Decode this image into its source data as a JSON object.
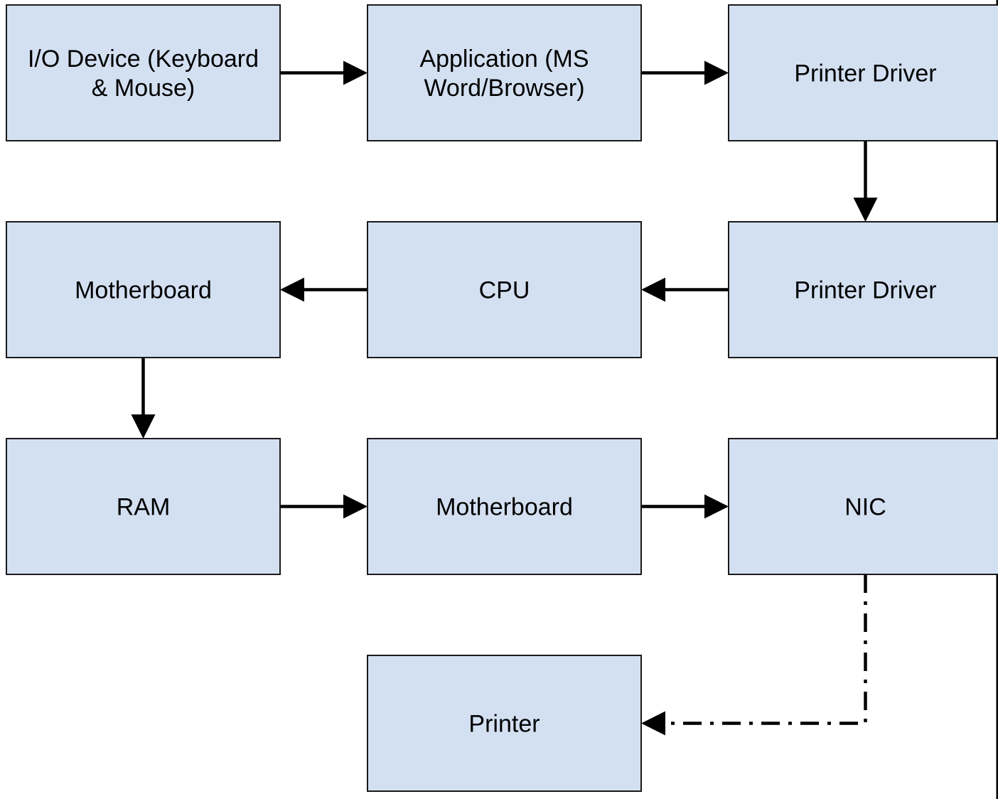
{
  "diagram": {
    "nodes": [
      {
        "id": "io-device",
        "label_lines": [
          "I/O Device (Keyboard",
          "& Mouse)"
        ]
      },
      {
        "id": "application",
        "label_lines": [
          "Application (MS",
          "Word/Browser)"
        ]
      },
      {
        "id": "printer-driver-1",
        "label_lines": [
          "Printer Driver"
        ]
      },
      {
        "id": "motherboard-1",
        "label_lines": [
          "Motherboard"
        ]
      },
      {
        "id": "cpu",
        "label_lines": [
          "CPU"
        ]
      },
      {
        "id": "printer-driver-2",
        "label_lines": [
          "Printer Driver"
        ]
      },
      {
        "id": "ram",
        "label_lines": [
          "RAM"
        ]
      },
      {
        "id": "motherboard-2",
        "label_lines": [
          "Motherboard"
        ]
      },
      {
        "id": "nic",
        "label_lines": [
          "NIC"
        ]
      },
      {
        "id": "printer",
        "label_lines": [
          "Printer"
        ]
      }
    ],
    "edges": [
      {
        "from": "io-device",
        "to": "application",
        "style": "solid"
      },
      {
        "from": "application",
        "to": "printer-driver-1",
        "style": "solid"
      },
      {
        "from": "printer-driver-1",
        "to": "printer-driver-2",
        "style": "solid"
      },
      {
        "from": "printer-driver-2",
        "to": "cpu",
        "style": "solid"
      },
      {
        "from": "cpu",
        "to": "motherboard-1",
        "style": "solid"
      },
      {
        "from": "motherboard-1",
        "to": "ram",
        "style": "solid"
      },
      {
        "from": "ram",
        "to": "motherboard-2",
        "style": "solid"
      },
      {
        "from": "motherboard-2",
        "to": "nic",
        "style": "solid"
      },
      {
        "from": "nic",
        "to": "printer",
        "style": "dash-dot"
      }
    ],
    "colors": {
      "node_fill": "#d3e0f1",
      "node_border": "#1a1a1a",
      "edge": "#000000",
      "text": "#000000"
    }
  }
}
